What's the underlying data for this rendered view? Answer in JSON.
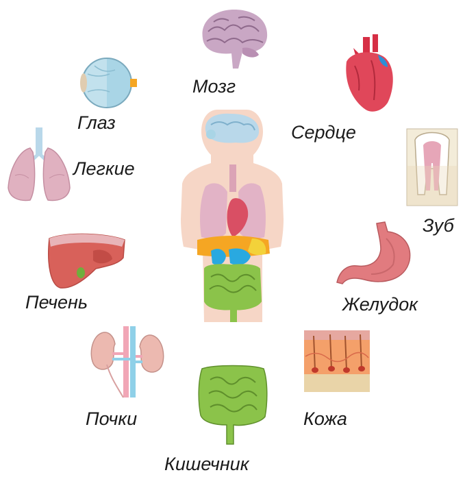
{
  "labels": {
    "brain": "Мозг",
    "eye": "Глаз",
    "heart": "Сердце",
    "lungs": "Легкие",
    "tooth": "Зуб",
    "liver": "Печень",
    "stomach": "Желудок",
    "kidneys": "Почки",
    "skin": "Кожа",
    "intestine": "Кишечник"
  },
  "colors": {
    "brain": "#c9a7c4",
    "eye": "#a9d5e6",
    "heart": "#e0475a",
    "lungs": "#e0b1c0",
    "liver": "#d8615a",
    "stomach": "#e17b7f",
    "kidney": "#ecb9b0",
    "intestine": "#8bc34a",
    "skin": "#f4a06a",
    "body": "#f6d6c6",
    "tooth": "#f1e6d8"
  }
}
